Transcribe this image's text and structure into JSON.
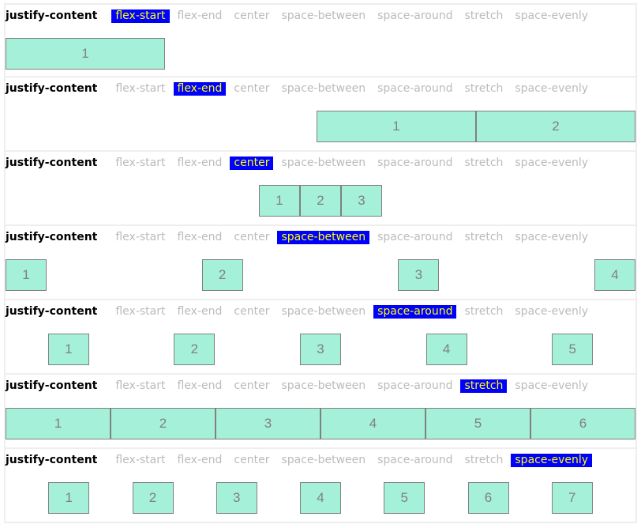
{
  "property_label": "justify-content",
  "options": [
    "flex-start",
    "flex-end",
    "center",
    "space-between",
    "space-around",
    "stretch",
    "space-evenly"
  ],
  "colors": {
    "active_bg": "#0000ff",
    "active_text": "#ffff00",
    "inactive_text": "#bbbbbb",
    "box_fill": "#a5f0d8",
    "box_border": "#808080",
    "section_border": "#eeeeee"
  },
  "demos": [
    {
      "active": "flex-start",
      "items": [
        "1"
      ]
    },
    {
      "active": "flex-end",
      "items": [
        "1",
        "2"
      ]
    },
    {
      "active": "center",
      "items": [
        "1",
        "2",
        "3"
      ]
    },
    {
      "active": "space-between",
      "items": [
        "1",
        "2",
        "3",
        "4"
      ]
    },
    {
      "active": "space-around",
      "items": [
        "1",
        "2",
        "3",
        "4",
        "5"
      ]
    },
    {
      "active": "stretch",
      "items": [
        "1",
        "2",
        "3",
        "4",
        "5",
        "6"
      ]
    },
    {
      "active": "space-evenly",
      "items": [
        "1",
        "2",
        "3",
        "4",
        "5",
        "6",
        "7"
      ]
    }
  ]
}
